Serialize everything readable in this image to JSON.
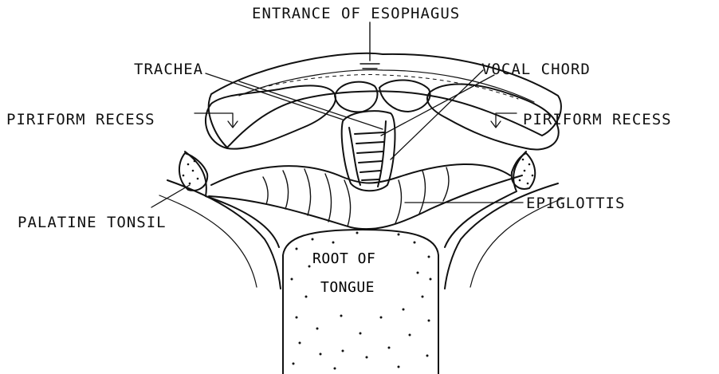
{
  "diagram": {
    "labels": {
      "entrance_of_esophagus": "ENTRANCE OF ESOPHAGUS",
      "trachea": "TRACHEA",
      "vocal_chord": "VOCAL CHORD",
      "piriform_recess_left": "PIRIFORM RECESS",
      "piriform_recess_right": "PIRIFORM RECESS",
      "palatine_tonsil": "PALATINE TONSIL",
      "epiglottis": "EPIGLOTTIS",
      "root_of_tongue_line1": "ROOT OF",
      "root_of_tongue_line2": "TONGUE"
    },
    "colors": {
      "ink": "#111111",
      "background": "#ffffff"
    }
  }
}
